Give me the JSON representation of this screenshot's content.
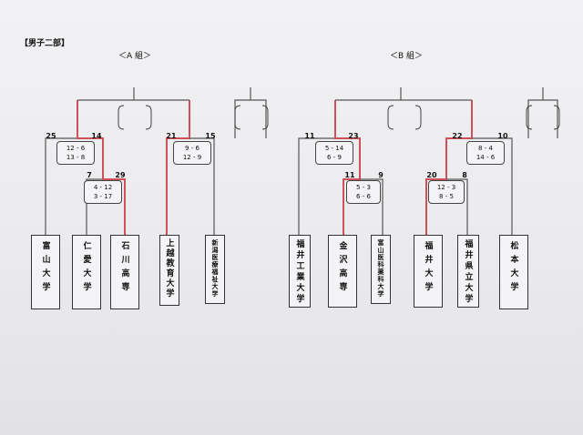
{
  "title": "【男子二部】",
  "groups": [
    "＜A 組＞",
    "＜B 組＞"
  ],
  "colors": {
    "winner": "#d0505a",
    "line": "#555555"
  },
  "teams": [
    {
      "name": "富山大学",
      "score": "25"
    },
    {
      "name": "仁愛大学",
      "score": "7"
    },
    {
      "name": "石川高専",
      "score": "29"
    },
    {
      "name": "上越教育大学",
      "score": "21"
    },
    {
      "name": "新潟医療福祉大学",
      "score": "15"
    },
    {
      "name": "福井工業大学",
      "score": "11"
    },
    {
      "name": "金沢高専",
      "score": "11"
    },
    {
      "name": "富山医科薬科大学",
      "score": "9"
    },
    {
      "name": "福井大学",
      "score": "20"
    },
    {
      "name": "福井県立大学",
      "score": "8"
    },
    {
      "name": "松本大学",
      "score": "10"
    }
  ],
  "match_totals": {
    "a_semi_left": "14",
    "b_semi_left": "23",
    "b_semi_right": "22"
  },
  "periods": {
    "m1": [
      "4 - 12",
      "3 - 17"
    ],
    "m2": [
      "12 - 6",
      "13 - 8"
    ],
    "m3": [
      "9 - 6",
      "12 - 9"
    ],
    "m4": [
      "5 - 3",
      "6 - 6"
    ],
    "m5": [
      "5 - 14",
      "6 - 9"
    ],
    "m6": [
      "12 - 3",
      "8 - 5"
    ],
    "m7": [
      "8 - 4",
      "14 - 6"
    ]
  }
}
